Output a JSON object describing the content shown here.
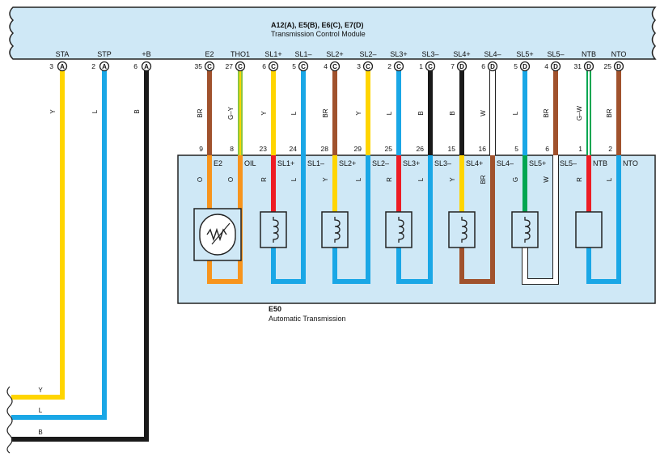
{
  "tcm": {
    "title": "A12(A), E5(B), E6(C), E7(D)",
    "subtitle": "Transmission Control Module"
  },
  "trans": {
    "code": "E50",
    "name": "Automatic Transmission"
  },
  "left_terminals": [
    {
      "name": "STA",
      "pin": "3",
      "conn": "A",
      "wire": "Y",
      "color": "#ffd500"
    },
    {
      "name": "STP",
      "pin": "2",
      "conn": "A",
      "wire": "L",
      "color": "#1aa7e6"
    },
    {
      "name": "+B",
      "pin": "6",
      "conn": "A",
      "wire": "B",
      "color": "#1a1a1a"
    }
  ],
  "terminals": [
    {
      "name": "E2",
      "pin": "35",
      "conn": "C",
      "wire": "BR",
      "color": "#a0522d",
      "tpin": "9",
      "tname": "E2",
      "inner": "O",
      "inner_color": "#f7941d"
    },
    {
      "name": "THO1",
      "pin": "27",
      "conn": "C",
      "wire": "G–Y",
      "color": "#8dc63f",
      "stripe": "#ffd500",
      "tpin": "8",
      "tname": "OIL",
      "inner": "O",
      "inner_color": "#f7941d"
    },
    {
      "name": "SL1+",
      "pin": "6",
      "conn": "C",
      "wire": "Y",
      "color": "#ffd500",
      "tpin": "23",
      "tname": "SL1+",
      "inner": "R",
      "inner_color": "#ed1c24"
    },
    {
      "name": "SL1–",
      "pin": "5",
      "conn": "C",
      "wire": "L",
      "color": "#1aa7e6",
      "tpin": "24",
      "tname": "SL1–",
      "inner": "L",
      "inner_color": "#1aa7e6"
    },
    {
      "name": "SL2+",
      "pin": "4",
      "conn": "C",
      "wire": "BR",
      "color": "#a0522d",
      "tpin": "28",
      "tname": "SL2+",
      "inner": "Y",
      "inner_color": "#ffd500"
    },
    {
      "name": "SL2–",
      "pin": "3",
      "conn": "C",
      "wire": "Y",
      "color": "#ffd500",
      "tpin": "29",
      "tname": "SL2–",
      "inner": "L",
      "inner_color": "#1aa7e6"
    },
    {
      "name": "SL3+",
      "pin": "2",
      "conn": "C",
      "wire": "L",
      "color": "#1aa7e6",
      "tpin": "25",
      "tname": "SL3+",
      "inner": "R",
      "inner_color": "#ed1c24"
    },
    {
      "name": "SL3–",
      "pin": "1",
      "conn": "C",
      "wire": "B",
      "color": "#1a1a1a",
      "tpin": "26",
      "tname": "SL3–",
      "inner": "L",
      "inner_color": "#1aa7e6"
    },
    {
      "name": "SL4+",
      "pin": "7",
      "conn": "D",
      "wire": "B",
      "color": "#1a1a1a",
      "tpin": "15",
      "tname": "SL4+",
      "inner": "Y",
      "inner_color": "#ffd500"
    },
    {
      "name": "SL4–",
      "pin": "6",
      "conn": "D",
      "wire": "W",
      "color": "#ffffff",
      "tpin": "16",
      "tname": "SL4–",
      "inner": "BR",
      "inner_color": "#a0522d"
    },
    {
      "name": "SL5+",
      "pin": "5",
      "conn": "D",
      "wire": "L",
      "color": "#1aa7e6",
      "tpin": "5",
      "tname": "SL5+",
      "inner": "G",
      "inner_color": "#00a651"
    },
    {
      "name": "SL5–",
      "pin": "4",
      "conn": "D",
      "wire": "BR",
      "color": "#a0522d",
      "tpin": "6",
      "tname": "SL5–",
      "inner": "W",
      "inner_color": "#ffffff"
    },
    {
      "name": "NTB",
      "pin": "31",
      "conn": "D",
      "wire": "G–W",
      "color": "#00a651",
      "stripe": "#ffffff",
      "tpin": "1",
      "tname": "NTB",
      "inner": "R",
      "inner_color": "#ed1c24"
    },
    {
      "name": "NTO",
      "pin": "25",
      "conn": "D",
      "wire": "BR",
      "color": "#a0522d",
      "tpin": "2",
      "tname": "NTO",
      "inner": "L",
      "inner_color": "#1aa7e6"
    }
  ],
  "colors": {
    "module_fill": "#cfe8f6",
    "outline": "#222222"
  }
}
